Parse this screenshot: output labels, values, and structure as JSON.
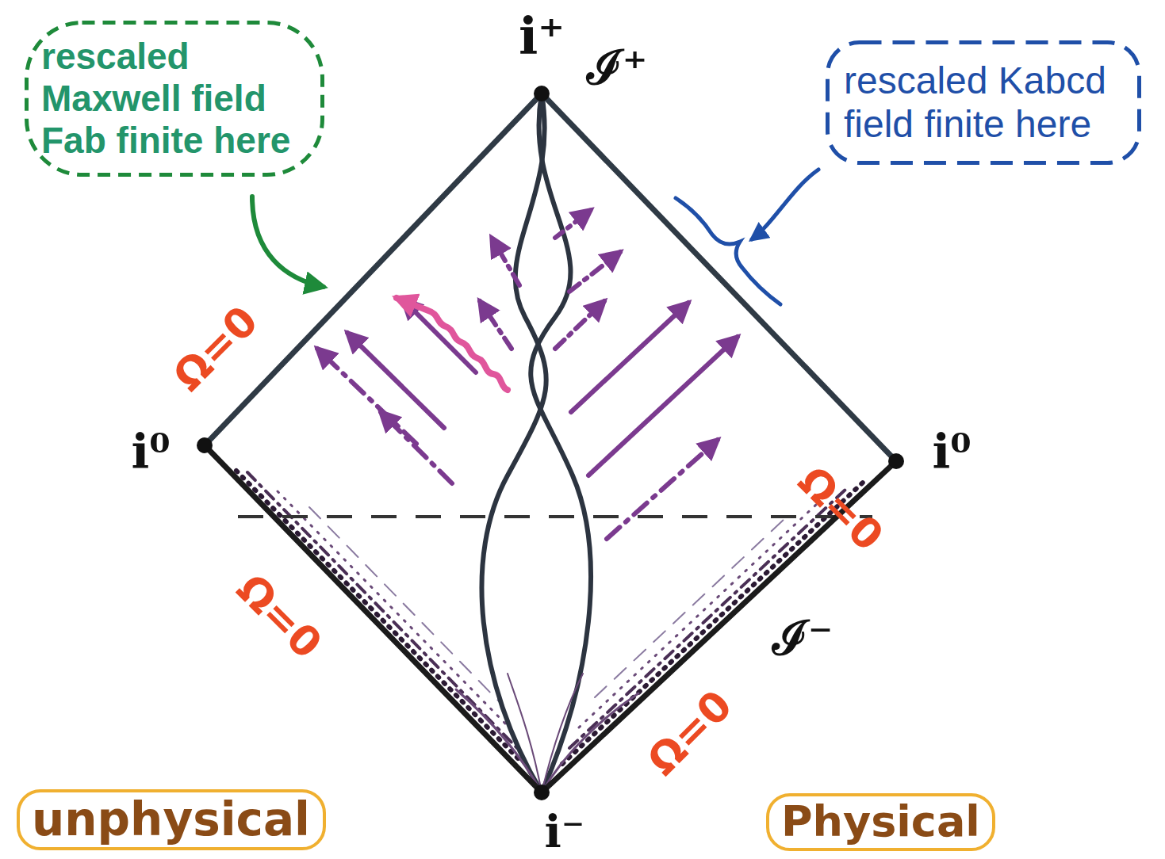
{
  "diagram": {
    "nodes": [
      {
        "text": [
          "rescaled Maxwell field Fab finite here"
        ]
      },
      {
        "text": [
          "rescaled Kabcd field finite here"
        ]
      },
      {
        "text": [
          "unphysical"
        ]
      },
      {
        "text": [
          "Physical"
        ]
      }
    ],
    "labels": [
      "i⁺",
      "ℐ⁺",
      "Ω=0",
      "Ω=0",
      "i⁰",
      "i⁰",
      "Ω=0",
      "ℐ⁻",
      "Ω=0",
      "i⁻"
    ]
  }
}
